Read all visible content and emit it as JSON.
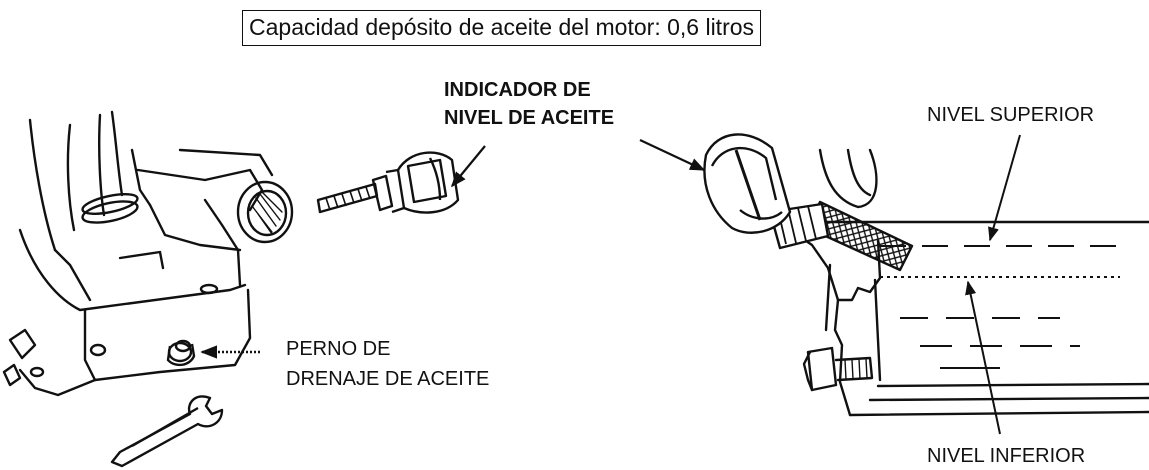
{
  "capacity_note": "Capacidad depósito de aceite del motor: 0,6 litros",
  "labels": {
    "dipstick": {
      "line1": "INDICADOR DE",
      "line2": "NIVEL DE ACEITE"
    },
    "drain_bolt": {
      "line1": "PERNO DE",
      "line2": "DRENAJE DE ACEITE"
    },
    "upper_level": "NIVEL SUPERIOR",
    "lower_level": "NIVEL INFERIOR"
  },
  "colors": {
    "ink": "#111111",
    "background": "#ffffff"
  }
}
